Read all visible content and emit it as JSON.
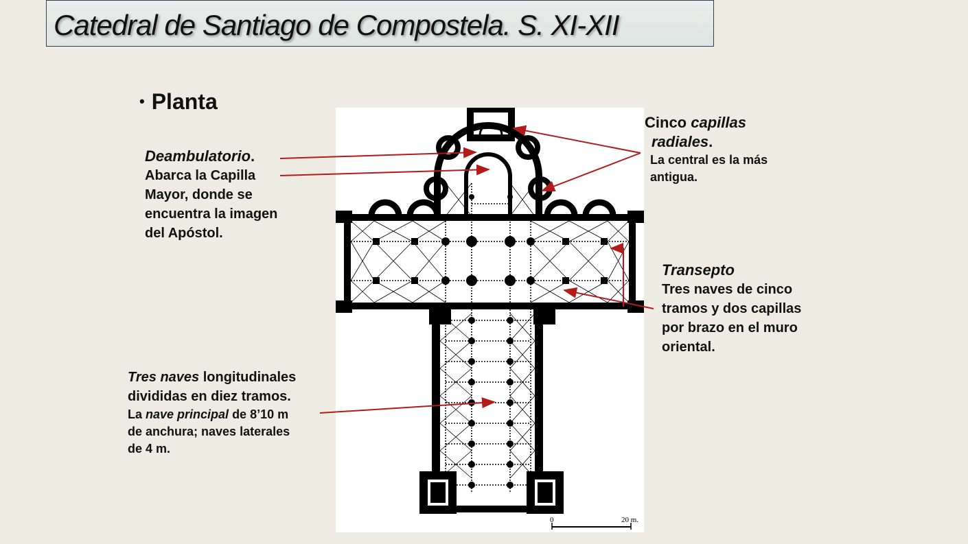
{
  "slide": {
    "title": "Catedral de Santiago de Compostela. S. XI-XII",
    "bullet": "Planta"
  },
  "annotations": {
    "deambulatorio": {
      "heading": "Deambulatorio",
      "heading_end": ".",
      "lines": [
        "Abarca la Capilla",
        "Mayor, donde se",
        "encuentra la imagen",
        "del Apóstol."
      ]
    },
    "capillas": {
      "heading_a": "Cinco ",
      "heading_b": "capillas",
      "heading_c": "radiales",
      "heading_end": ".",
      "lines": [
        "La central es la más",
        "antigua."
      ]
    },
    "transepto": {
      "heading": "Transepto",
      "lines": [
        "Tres naves de cinco",
        "tramos y dos capillas",
        "por brazo en el muro",
        "oriental."
      ]
    },
    "naves": {
      "l1_it": "Tres naves",
      "l1_rest": " longitudinales",
      "l2": "divididas en diez tramos.",
      "l3_a": "La ",
      "l3_it": "nave principal",
      "l3_b": " de 8’10 m",
      "l4": "de anchura; naves laterales",
      "l5": "de 4 m."
    }
  },
  "plan": {
    "scale_zero": "0",
    "scale_end": "20 m."
  },
  "colors": {
    "arrow": "#b31b1b",
    "title_border": "#2f3d55",
    "background": "#eeebe3"
  }
}
